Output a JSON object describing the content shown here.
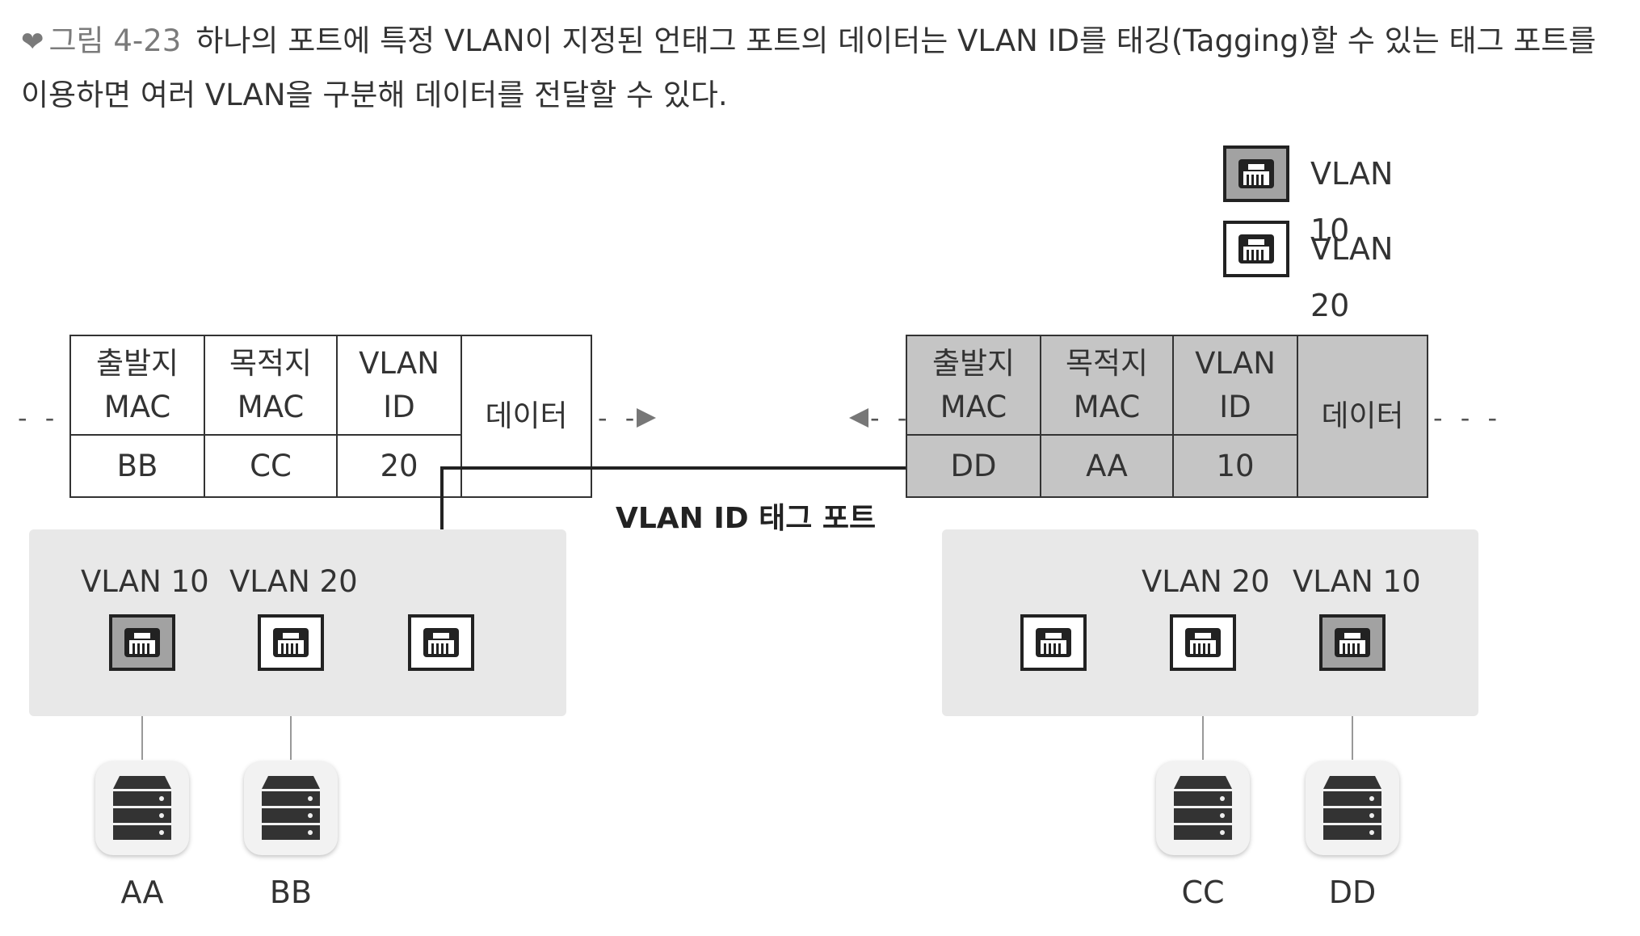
{
  "caption": {
    "figure_number": "그림 4-23",
    "text": "하나의 포트에 특정 VLAN이 지정된 언태그 포트의 데이터는 VLAN ID를 태깅(Tagging)할 수 있는 태그 포트를 이용하면 여러 VLAN을 구분해 데이터를 전달할 수 있다."
  },
  "legend": [
    {
      "label": "VLAN 10",
      "color": "#a2a2a2"
    },
    {
      "label": "VLAN 20",
      "color": "#ffffff"
    }
  ],
  "frame_left": {
    "headers": [
      "출발지\nMAC",
      "목적지\nMAC",
      "VLAN\nID",
      "데이터"
    ],
    "values": [
      "BB",
      "CC",
      "20"
    ],
    "direction": "right"
  },
  "frame_right": {
    "headers": [
      "출발지\nMAC",
      "목적지\nMAC",
      "VLAN\nID",
      "데이터"
    ],
    "values": [
      "DD",
      "AA",
      "10"
    ],
    "direction": "left"
  },
  "tag_port_label": "VLAN ID 태그 포트",
  "left_switch": {
    "port_labels": [
      "VLAN 10",
      "VLAN 20"
    ],
    "hosts": [
      "AA",
      "BB"
    ]
  },
  "right_switch": {
    "port_labels": [
      "VLAN 20",
      "VLAN 10"
    ],
    "hosts": [
      "CC",
      "DD"
    ]
  }
}
